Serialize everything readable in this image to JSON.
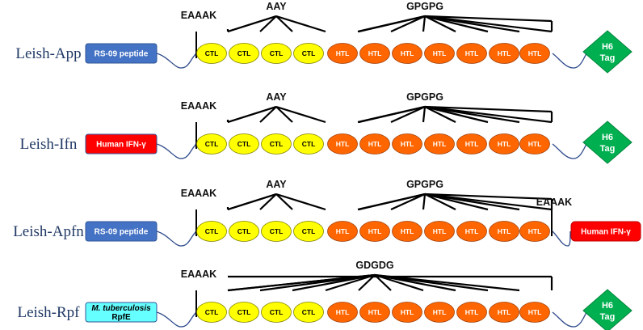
{
  "colors": {
    "ctl": "#ffff00",
    "htl": "#ff6600",
    "rs09": "#4472c4",
    "ifn": "#ff0000",
    "rpf": "#66ffff",
    "tag": "#00b050",
    "wave": "#2e4a8c"
  },
  "constructs": [
    {
      "name": "Leish-App",
      "left_box": {
        "text": "RS-09 peptide",
        "style": "rs09"
      },
      "ctl_linker": "AAY",
      "htl_linker": "GPGPG",
      "combined_linker": "",
      "n_linker": "EAAAK",
      "c_linker": "",
      "right_end": {
        "type": "tag",
        "lines": [
          "H6",
          "Tag"
        ]
      }
    },
    {
      "name": "Leish-Ifn",
      "left_box": {
        "text": "Human IFN-γ",
        "style": "ifn"
      },
      "ctl_linker": "AAY",
      "htl_linker": "GPGPG",
      "combined_linker": "",
      "n_linker": "EAAAK",
      "c_linker": "",
      "right_end": {
        "type": "tag",
        "lines": [
          "H6",
          "Tag"
        ]
      }
    },
    {
      "name": "Leish-Apfn",
      "left_box": {
        "text": "RS-09 peptide",
        "style": "rs09"
      },
      "ctl_linker": "AAY",
      "htl_linker": "GPGPG",
      "combined_linker": "",
      "n_linker": "EAAAK",
      "c_linker": "EAAAK",
      "right_end": {
        "type": "box",
        "text": "Human IFN-γ",
        "style": "ifn"
      }
    },
    {
      "name": "Leish-Rpf",
      "left_box": {
        "lines": [
          "M. tuberculosis",
          "RpfE"
        ],
        "style": "rpf"
      },
      "ctl_linker": "",
      "htl_linker": "",
      "combined_linker": "GDGDG",
      "n_linker": "EAAAK",
      "c_linker": "",
      "right_end": {
        "type": "tag",
        "lines": [
          "H6",
          "Tag"
        ]
      }
    }
  ],
  "epitopes": [
    "CTL",
    "CTL",
    "CTL",
    "CTL",
    "HTL",
    "HTL",
    "HTL",
    "HTL",
    "HTL",
    "HTL",
    "HTL"
  ]
}
